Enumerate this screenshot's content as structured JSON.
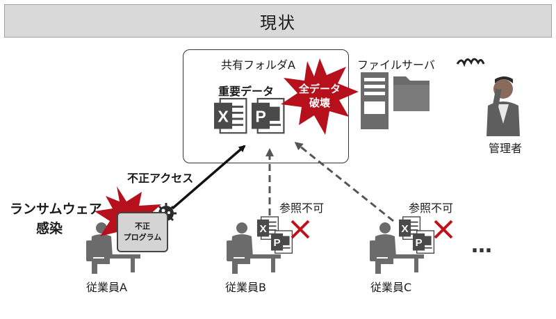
{
  "title": "現状",
  "shared_folder": {
    "label": "共有フォルダA",
    "data_label": "重要データ"
  },
  "burst": {
    "line1": "全データ",
    "line2": "破壊"
  },
  "server": {
    "label": "ファイルサーバ"
  },
  "admin": {
    "label": "管理者"
  },
  "ransomware": {
    "line1": "ランサムウェア",
    "line2": "感染"
  },
  "access": {
    "label": "不正アクセス"
  },
  "fraud_program": {
    "line1": "不正",
    "line2": "プログラム"
  },
  "denied_b": "参照不可",
  "denied_c": "参照不可",
  "employees": [
    {
      "label": "従業員A"
    },
    {
      "label": "従業員B"
    },
    {
      "label": "従業員C"
    }
  ],
  "more": "…",
  "colors": {
    "accent_red": "#b5101c",
    "icon_gray": "#5a5a5a",
    "arrow_dash": "#555555"
  },
  "icons": [
    "excel-icon",
    "powerpoint-icon",
    "file-server-icon",
    "folder-icon",
    "person-at-desk-icon",
    "stressed-person-icon",
    "cross-icon",
    "virus-icon"
  ]
}
